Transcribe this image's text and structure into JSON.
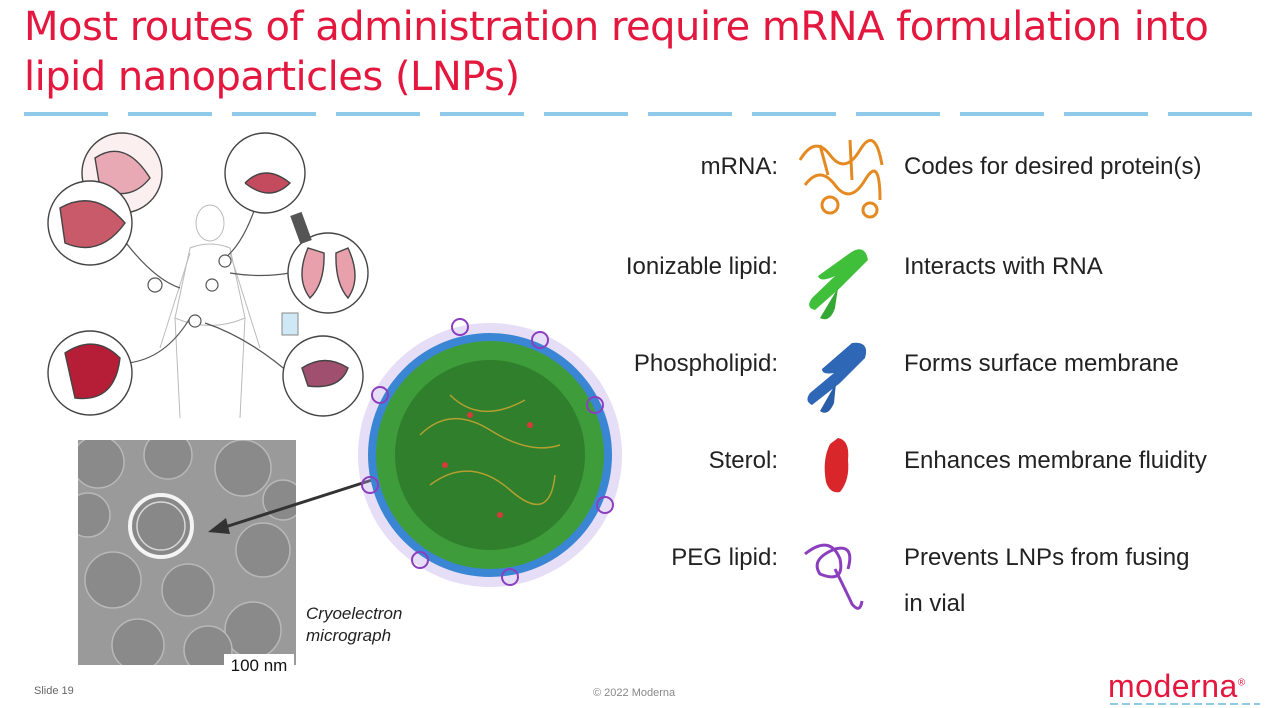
{
  "slide": {
    "title": "Most routes of administration require mRNA formulation into lipid nanoparticles (LNPs)",
    "accent_color": "#e4173e",
    "rule_color": "#4db1dd"
  },
  "components": [
    {
      "label": "mRNA:",
      "description": "Codes for desired protein(s)",
      "icon": "mrna-strand-icon",
      "color": "#e58a22"
    },
    {
      "label": "Ionizable lipid:",
      "description": "Interacts with RNA",
      "icon": "ionizable-lipid-icon",
      "color": "#3fbf3a"
    },
    {
      "label": "Phospholipid:",
      "description": "Forms surface membrane",
      "icon": "phospholipid-icon",
      "color": "#2e67b6"
    },
    {
      "label": "Sterol:",
      "description": "Enhances membrane fluidity",
      "icon": "sterol-icon",
      "color": "#d8262b"
    },
    {
      "label": "PEG lipid:",
      "description": "Prevents LNPs from fusing",
      "description_line2": "in vial",
      "icon": "peg-lipid-icon",
      "color": "#8b3fbf"
    }
  ],
  "figure": {
    "caption_line1": "Cryoelectron",
    "caption_line2": "micrograph",
    "scale_bar": "100 nm"
  },
  "footer": {
    "slide_number": "Slide 19",
    "copyright": "© 2022 Moderna",
    "logo_text": "moderna",
    "logo_mark": "®"
  }
}
